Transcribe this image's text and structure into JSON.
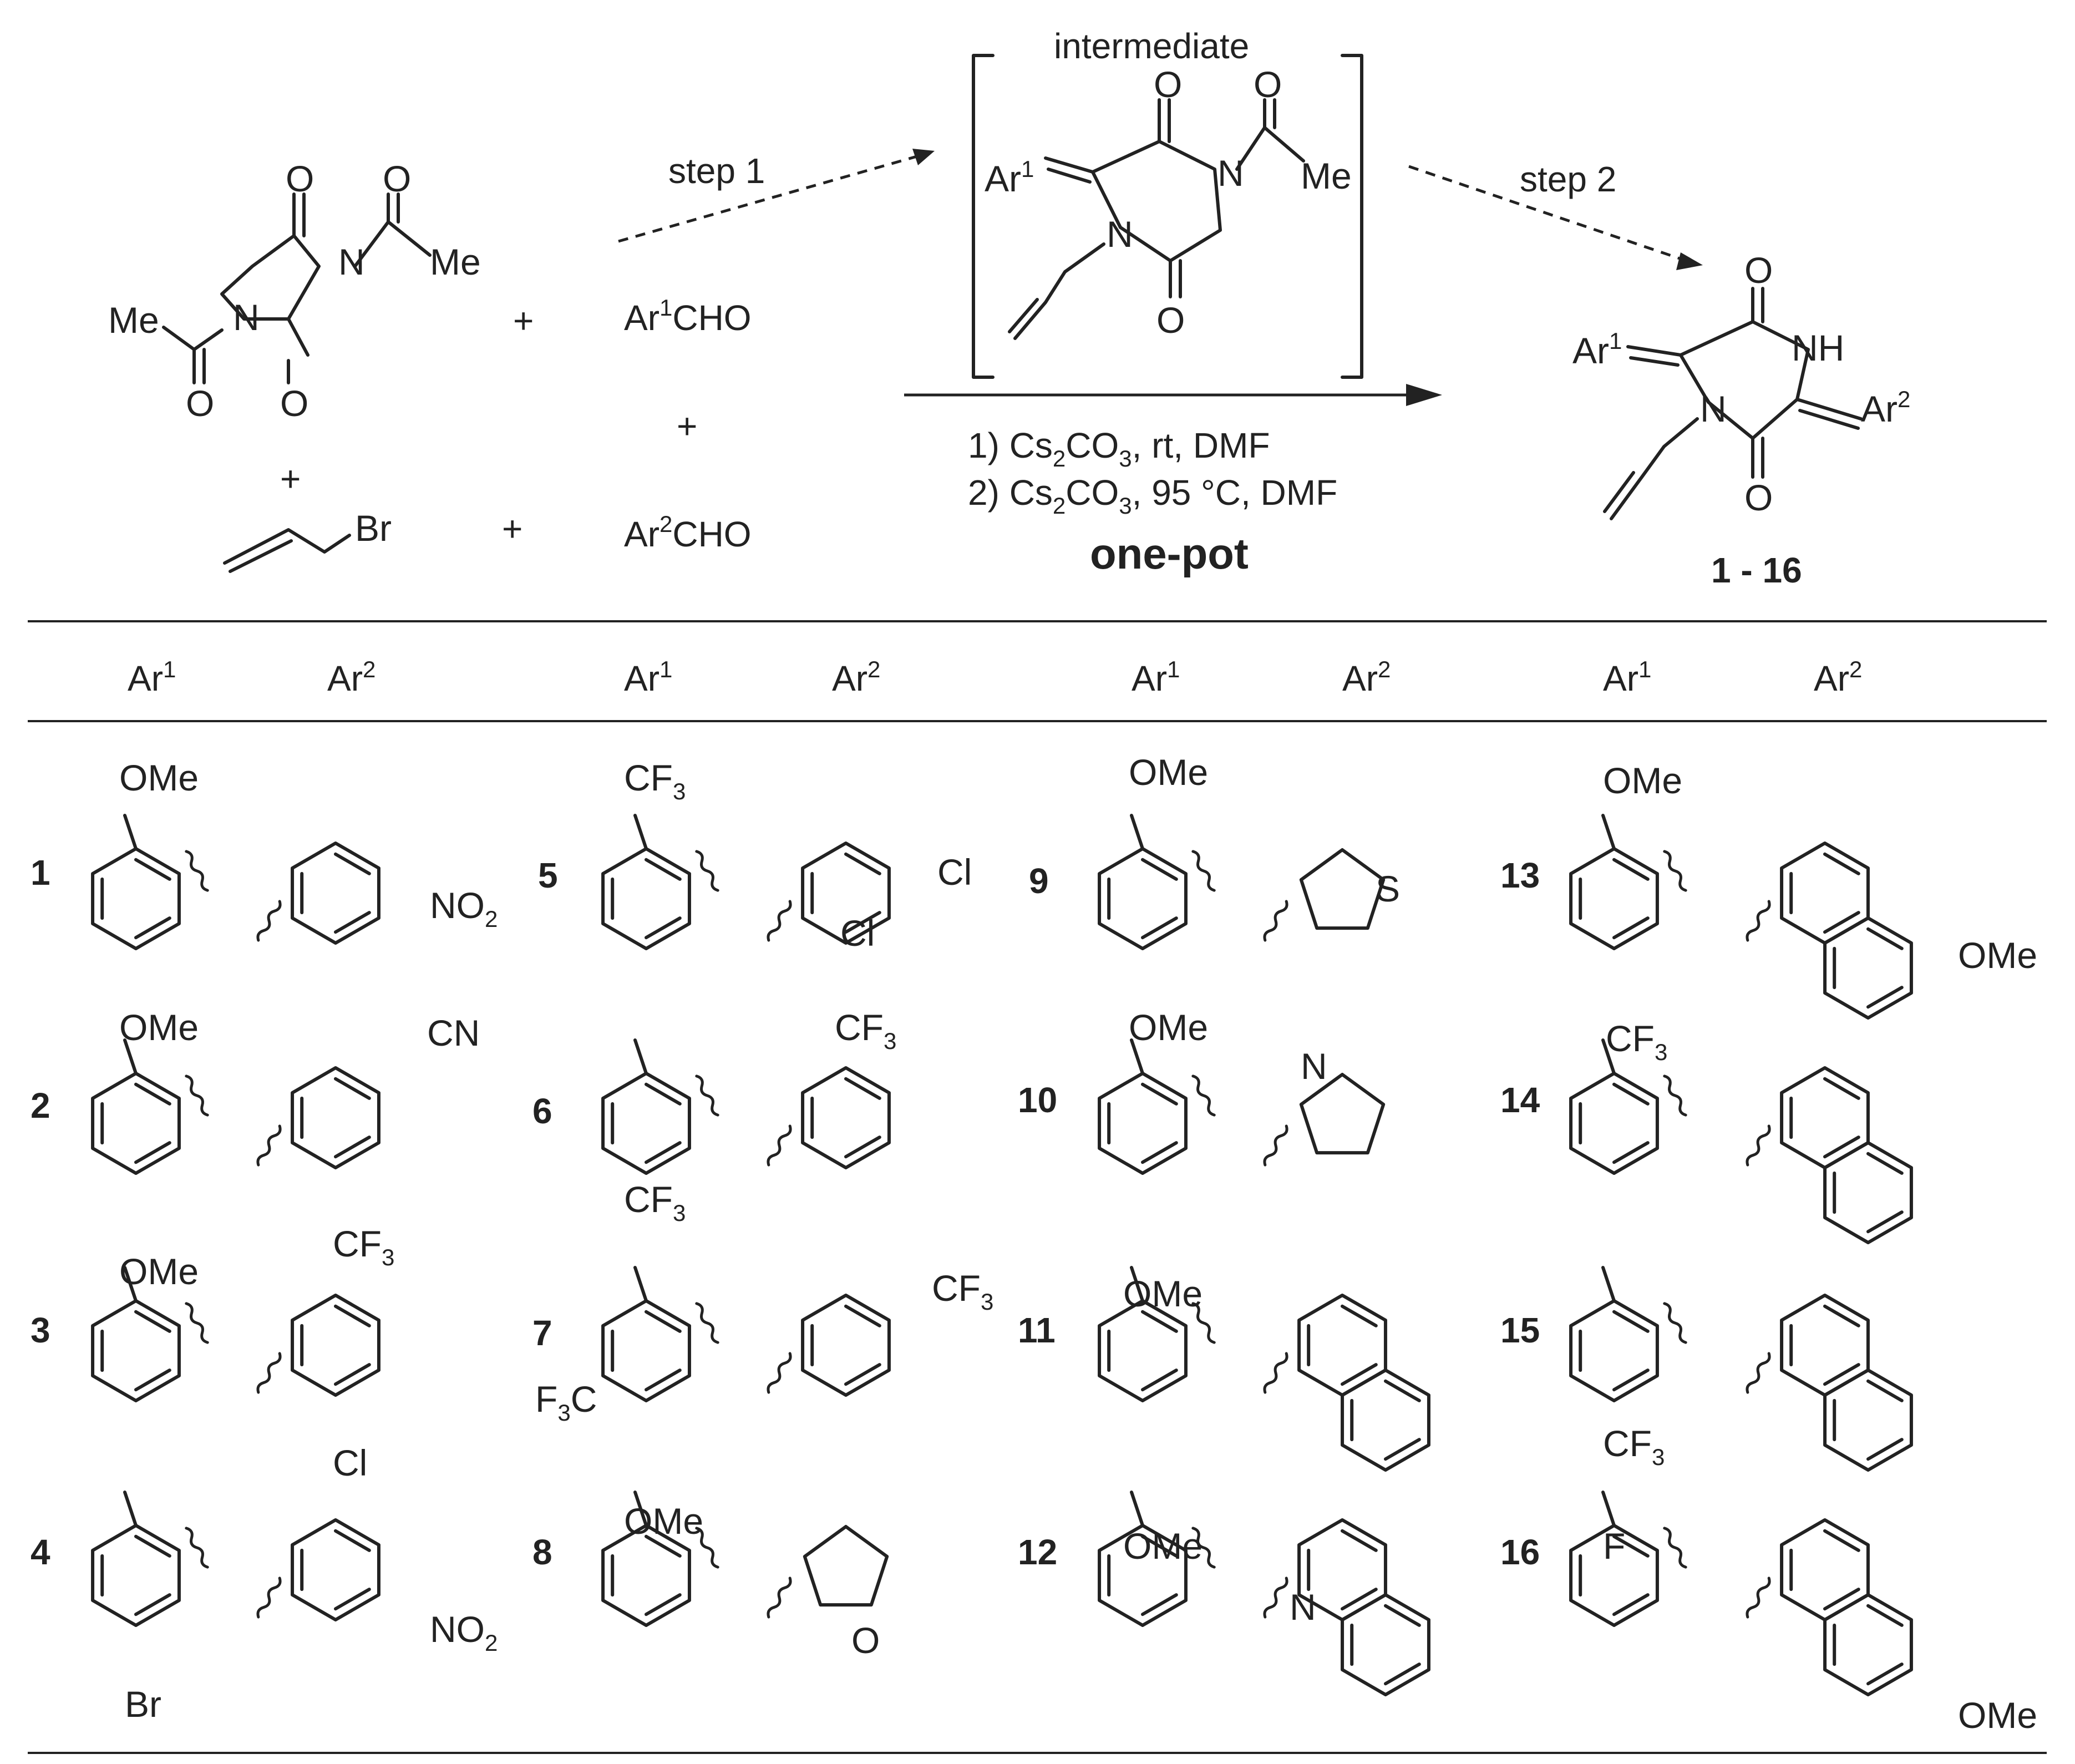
{
  "scheme": {
    "intermediate_label": "intermediate",
    "step1_label": "step 1",
    "step2_label": "step 2",
    "reagent_ar1": {
      "pre": "Ar",
      "sup": "1",
      "post": "CHO"
    },
    "reagent_ar2": {
      "pre": "Ar",
      "sup": "2",
      "post": "CHO"
    },
    "plus": "+",
    "condition1": {
      "a": "1) Cs",
      "s1": "2",
      "b": "CO",
      "s2": "3",
      "c": ", rt, DMF"
    },
    "condition2": {
      "a": "2) Cs",
      "s1": "2",
      "b": "CO",
      "s2": "3",
      "c": ", 95 °C, DMF"
    },
    "one_pot": "one-pot",
    "product_range": "1 - 16",
    "atoms": {
      "O": "O",
      "N": "N",
      "NH": "NH",
      "Me": "Me",
      "Br": "Br",
      "Ar": "Ar",
      "sup1": "1",
      "sup2": "2"
    }
  },
  "table": {
    "headers": [
      {
        "ar": "Ar",
        "sup": "1"
      },
      {
        "ar": "Ar",
        "sup": "2"
      },
      {
        "ar": "Ar",
        "sup": "1"
      },
      {
        "ar": "Ar",
        "sup": "2"
      },
      {
        "ar": "Ar",
        "sup": "1"
      },
      {
        "ar": "Ar",
        "sup": "2"
      },
      {
        "ar": "Ar",
        "sup": "1"
      },
      {
        "ar": "Ar",
        "sup": "2"
      }
    ],
    "entries": [
      "1",
      "2",
      "3",
      "4",
      "5",
      "6",
      "7",
      "8",
      "9",
      "10",
      "11",
      "12",
      "13",
      "14",
      "15",
      "16"
    ],
    "substituents": {
      "OMe": "OMe",
      "CF": "CF",
      "three": "3",
      "NO": "NO",
      "two": "2",
      "CN": "CN",
      "Cl": "Cl",
      "Br": "Br",
      "F": "F",
      "S": "S",
      "O": "O",
      "N": "N",
      "F3C": "F",
      "C": "C"
    }
  }
}
